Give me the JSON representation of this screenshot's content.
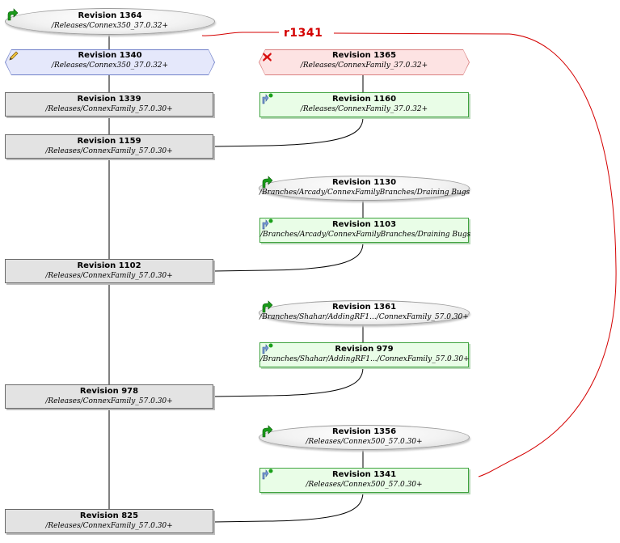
{
  "nodes": [
    {
      "id": "r1364",
      "title": "Revision 1364",
      "path": "/Releases/Connex350_37.0.32+",
      "style": "ellipse",
      "icon": "branch-arrow-icon"
    },
    {
      "id": "r1340",
      "title": "Revision 1340",
      "path": "/Releases/Connex350_37.0.32+",
      "style": "modified",
      "icon": "pencil-icon"
    },
    {
      "id": "r1339",
      "title": "Revision 1339",
      "path": "/Releases/ConnexFamily_57.0.30+",
      "style": "plain",
      "icon": ""
    },
    {
      "id": "r1159",
      "title": "Revision 1159",
      "path": "/Releases/ConnexFamily_57.0.30+",
      "style": "plain",
      "icon": ""
    },
    {
      "id": "r1102",
      "title": "Revision 1102",
      "path": "/Releases/ConnexFamily_57.0.30+",
      "style": "plain",
      "icon": ""
    },
    {
      "id": "r978",
      "title": "Revision 978",
      "path": "/Releases/ConnexFamily_57.0.30+",
      "style": "plain",
      "icon": ""
    },
    {
      "id": "r825",
      "title": "Revision 825",
      "path": "/Releases/ConnexFamily_57.0.30+",
      "style": "plain",
      "icon": ""
    },
    {
      "id": "r1365",
      "title": "Revision 1365",
      "path": "/Releases/ConnexFamily_37.0.32+",
      "style": "deleted",
      "icon": "delete-x-icon"
    },
    {
      "id": "r1160",
      "title": "Revision 1160",
      "path": "/Releases/ConnexFamily_37.0.32+",
      "style": "added",
      "icon": "copy-add-icon"
    },
    {
      "id": "r1130",
      "title": "Revision 1130",
      "path": "/Branches/Arcady/ConnexFamilyBranches/Draining Bugs",
      "style": "ellipse",
      "icon": "branch-arrow-icon"
    },
    {
      "id": "r1103",
      "title": "Revision 1103",
      "path": "/Branches/Arcady/ConnexFamilyBranches/Draining Bugs",
      "style": "added",
      "icon": "copy-add-icon"
    },
    {
      "id": "r1361",
      "title": "Revision 1361",
      "path": "/Branches/Shahar/AddingRF1.../ConnexFamily_57.0.30+",
      "style": "ellipse",
      "icon": "branch-arrow-icon"
    },
    {
      "id": "r979",
      "title": "Revision 979",
      "path": "/Branches/Shahar/AddingRF1.../ConnexFamily_57.0.30+",
      "style": "added",
      "icon": "copy-add-icon"
    },
    {
      "id": "r1356",
      "title": "Revision 1356",
      "path": "/Releases/Connex500_57.0.30+",
      "style": "ellipse",
      "icon": "branch-arrow-icon"
    },
    {
      "id": "r1341",
      "title": "Revision 1341",
      "path": "/Releases/Connex500_57.0.30+",
      "style": "added",
      "icon": "copy-add-icon"
    }
  ],
  "annotation": {
    "text": "r1341",
    "color": "#d40000"
  },
  "colors": {
    "line": "#000000",
    "annotation_line": "#d40000",
    "added": "#e9fde7",
    "deleted": "#fde3e3",
    "modified": "#e5e8fb",
    "plain": "#e3e3e3"
  }
}
